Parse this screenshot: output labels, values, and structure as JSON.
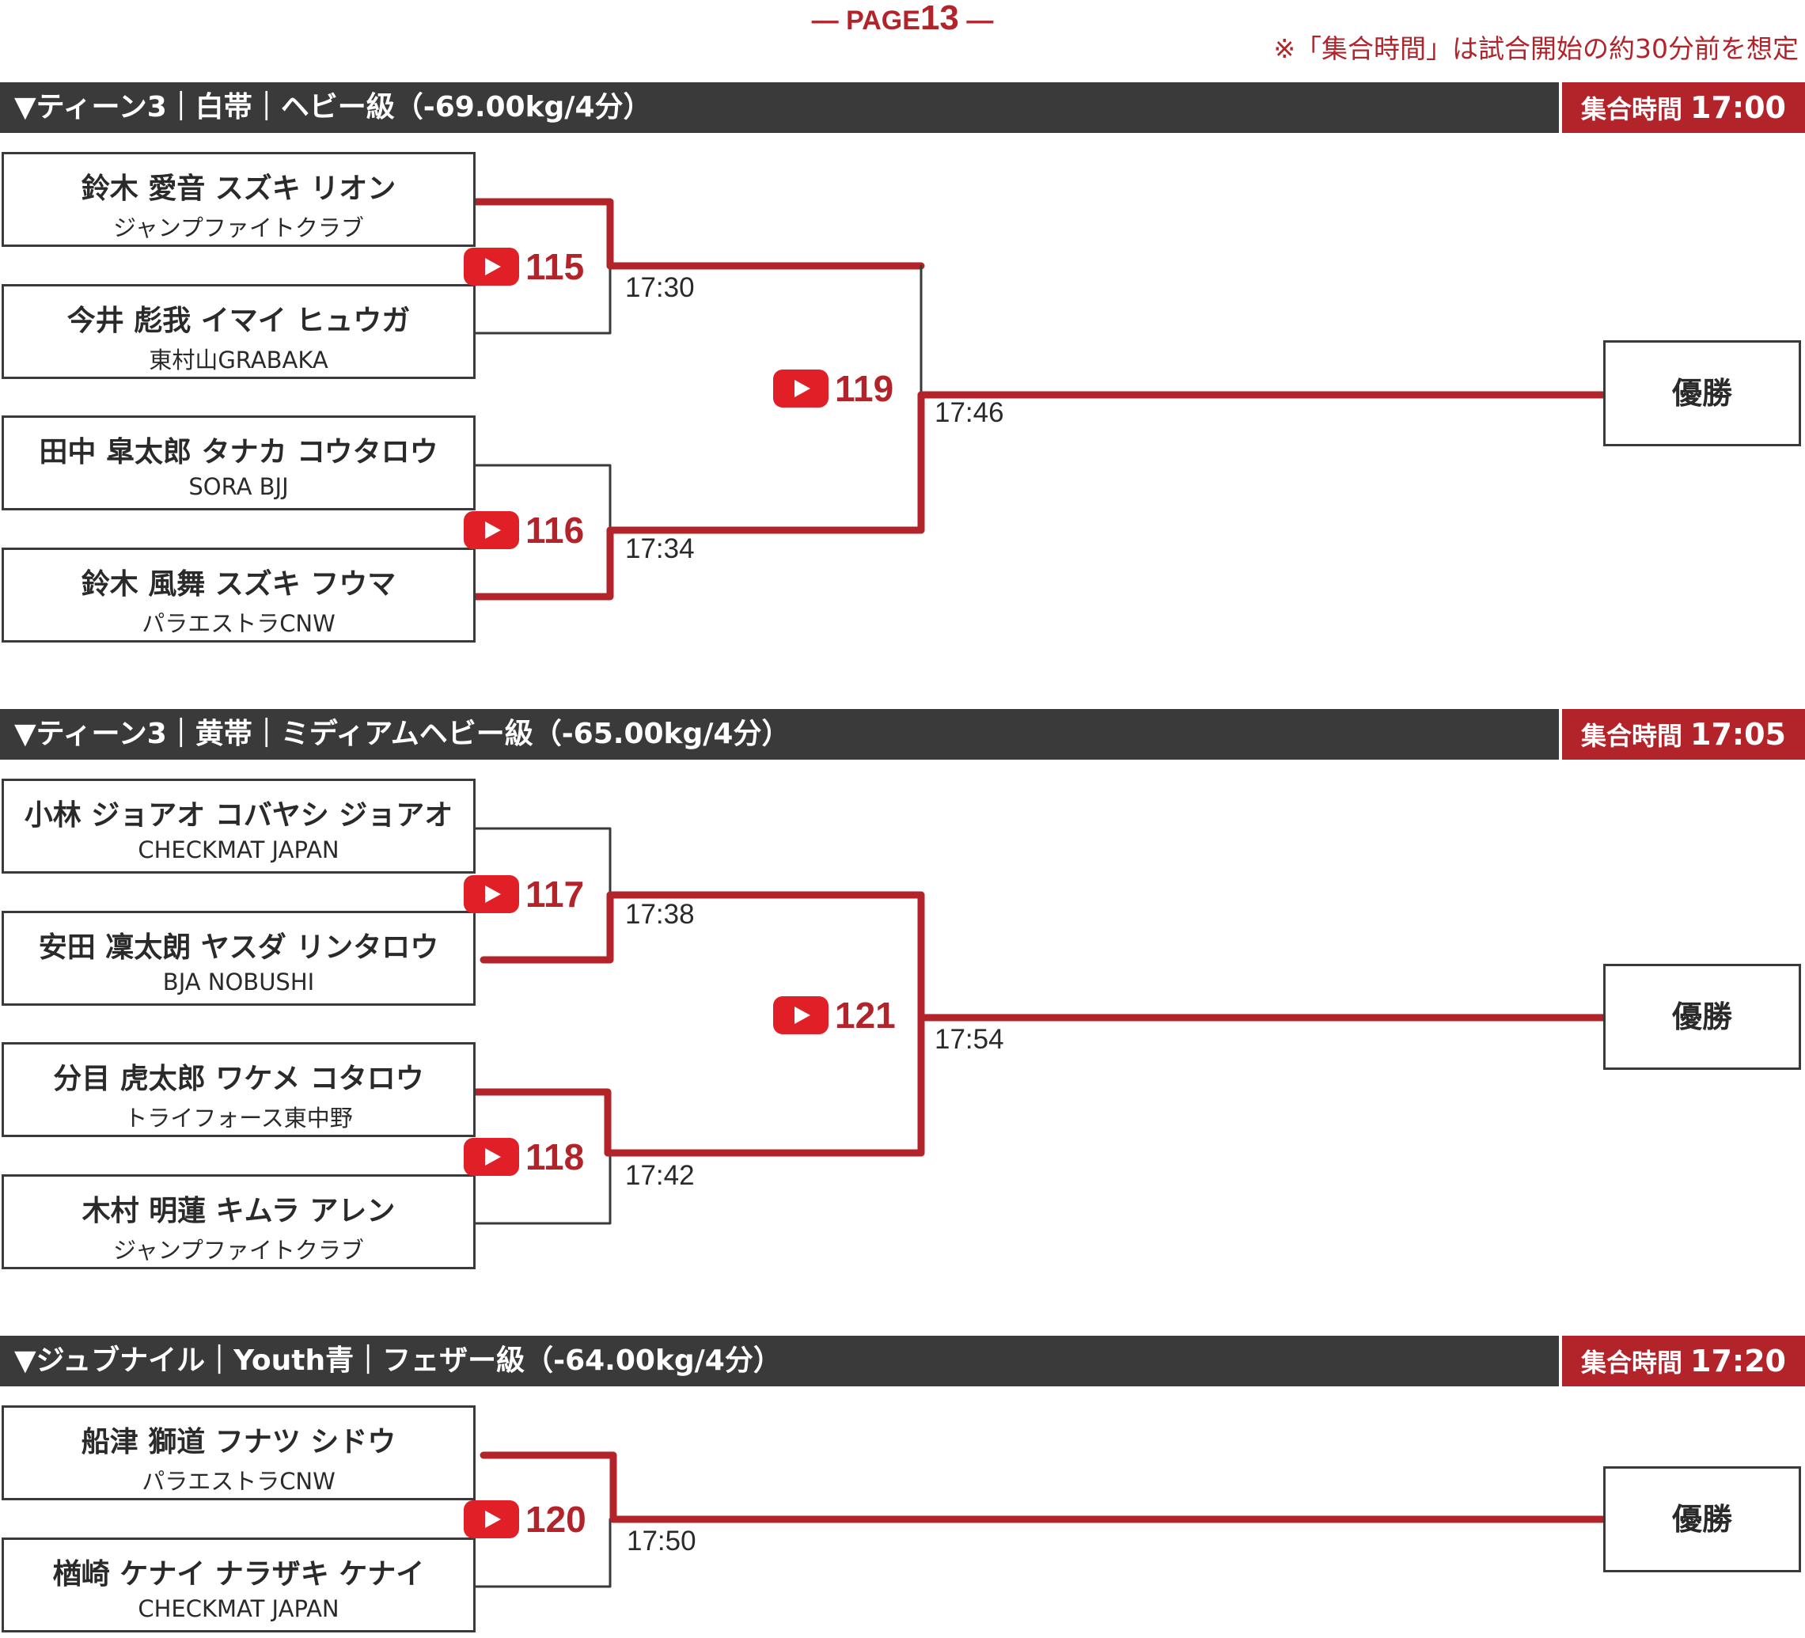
{
  "page": {
    "label_prefix": "― PAGE",
    "label_number": "13",
    "label_suffix": " ―"
  },
  "note": "※「集合時間」は試合開始の約30分前を想定",
  "winner_label": "優勝",
  "brackets": [
    {
      "title": "▼ティーン3｜白帯｜ヘビー級（-69.00kg/4分）",
      "gather_label": "集合時間",
      "gather_time": "17:00",
      "players": [
        {
          "name": "鈴木 愛音 スズキ リオン",
          "team": "ジャンプファイトクラブ"
        },
        {
          "name": "今井 彪我 イマイ ヒュウガ",
          "team": "東村山GRABAKA"
        },
        {
          "name": "田中 皐太郎 タナカ コウタロウ",
          "team": "SORA BJJ"
        },
        {
          "name": "鈴木 風舞 スズキ フウマ",
          "team": "パラエストラCNW"
        }
      ],
      "matches": [
        {
          "no": "115",
          "time": "17:30",
          "winner": "top"
        },
        {
          "no": "116",
          "time": "17:34",
          "winner": "bottom"
        },
        {
          "no": "119",
          "time": "17:46",
          "winner": "bottom"
        }
      ]
    },
    {
      "title": "▼ティーン3｜黄帯｜ミディアムヘビー級（-65.00kg/4分）",
      "gather_label": "集合時間",
      "gather_time": "17:05",
      "players": [
        {
          "name": "小林 ジョアオ コバヤシ ジョアオ",
          "team": "CHECKMAT JAPAN"
        },
        {
          "name": "安田 凜太朗 ヤスダ リンタロウ",
          "team": "BJA NOBUSHI"
        },
        {
          "name": "分目 虎太郎 ワケメ コタロウ",
          "team": "トライフォース東中野"
        },
        {
          "name": "木村 明蓮 キムラ アレン",
          "team": "ジャンプファイトクラブ"
        }
      ],
      "matches": [
        {
          "no": "117",
          "time": "17:38",
          "winner": "bottom"
        },
        {
          "no": "118",
          "time": "17:42",
          "winner": "top"
        },
        {
          "no": "121",
          "time": "17:54",
          "winner": "top"
        }
      ]
    },
    {
      "title": "▼ジュブナイル｜Youth青｜フェザー級（-64.00kg/4分）",
      "gather_label": "集合時間",
      "gather_time": "17:20",
      "players": [
        {
          "name": "船津 獅道 フナツ シドウ",
          "team": "パラエストラCNW"
        },
        {
          "name": "楢崎 ケナイ ナラザキ ケナイ",
          "team": "CHECKMAT JAPAN"
        }
      ],
      "matches": [
        {
          "no": "120",
          "time": "17:50",
          "winner": "top"
        }
      ]
    }
  ],
  "colors": {
    "accent": "#b2242a",
    "header_bg": "#3a3a3a",
    "line": "#3a3a3a",
    "play": "#e01f26"
  }
}
